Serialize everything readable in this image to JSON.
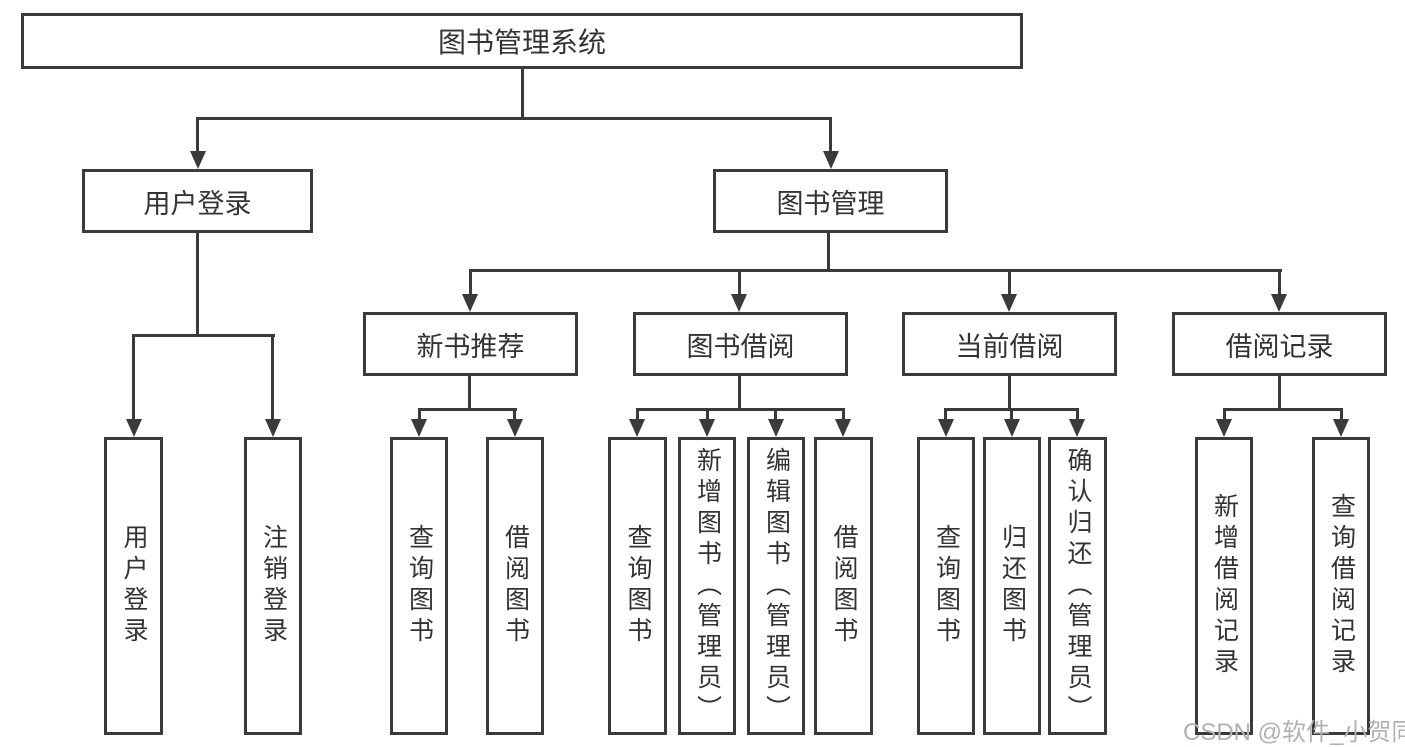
{
  "tree": {
    "root": {
      "label": "图书管理系统",
      "children": [
        {
          "label": "用户登录",
          "leaves": [
            "用户登录",
            "注销登录"
          ]
        },
        {
          "label": "图书管理",
          "children": [
            {
              "label": "新书推荐",
              "leaves": [
                "查询图书",
                "借阅图书"
              ]
            },
            {
              "label": "图书借阅",
              "leaves": [
                "查询图书",
                "新增图书（管理员）",
                "编辑图书（管理员）",
                "借阅图书"
              ]
            },
            {
              "label": "当前借阅",
              "leaves": [
                "查询图书",
                "归还图书",
                "确认归还（管理员）"
              ]
            },
            {
              "label": "借阅记录",
              "leaves": [
                "新增借阅记录",
                "查询借阅记录"
              ]
            }
          ]
        }
      ]
    }
  },
  "watermark": {
    "text": "CSDN @软件_小贺同学"
  },
  "colors": {
    "line": "#3a3a3a",
    "text": "#333333",
    "watermark": "#b7aeae",
    "background": "#ffffff"
  }
}
